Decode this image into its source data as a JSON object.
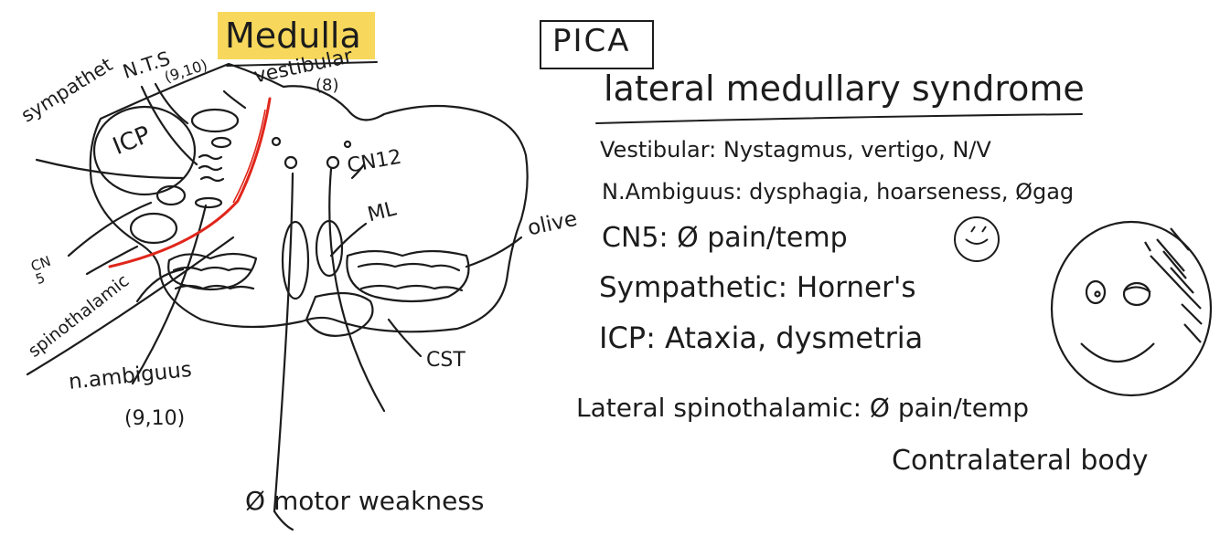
{
  "title": "Medulla",
  "pica": "PICA",
  "syndrome": "lateral medullary syndrome",
  "labels": {
    "sympathetic": "sympathet",
    "nts": "N.T.S",
    "nts_cn": "(9,10)",
    "vestibular": "vestibular",
    "vestibular_cn": "(8)",
    "icp": "ICP",
    "cn12": "CN12",
    "ml": "ML",
    "olive": "olive",
    "cn5": "CN 5",
    "spinothalamic": "spinothalamic",
    "cst": "CST",
    "n_ambiguus": "n.ambiguus",
    "n_ambiguus_cn": "(9,10)"
  },
  "findings": [
    {
      "text": "Vestibular: Nystagmus, vertigo, N/V"
    },
    {
      "text": "N.Ambiguus: dysphagia, hoarseness, Øgag"
    },
    {
      "text": "CN5: Ø pain/temp"
    },
    {
      "text": "Sympathetic: Horner's"
    },
    {
      "text": "ICP: Ataxia, dysmetria"
    },
    {
      "text": "Lateral spinothalamic: Ø pain/temp"
    },
    {
      "text": "Contralateral body"
    }
  ],
  "bottom_note": "Ø motor weakness",
  "colors": {
    "highlight": "#f7d85c",
    "lesion": "#e0261b",
    "ink": "#1c1c1c"
  }
}
